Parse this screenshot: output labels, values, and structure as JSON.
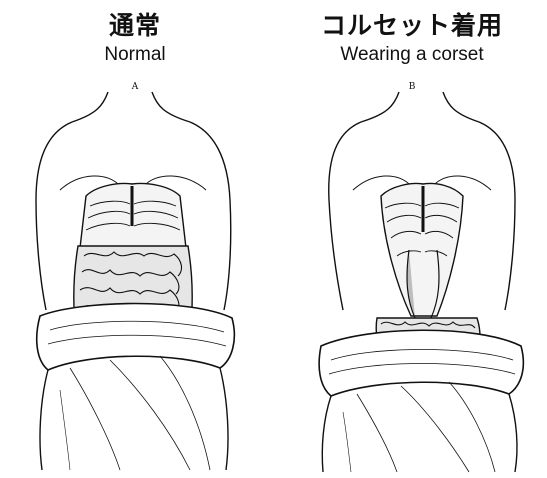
{
  "panels": [
    {
      "title_jp": "通常",
      "title_en": "Normal",
      "plate_letter": "A"
    },
    {
      "title_jp": "コルセット着用",
      "title_en": "Wearing a corset",
      "plate_letter": "B"
    }
  ]
}
